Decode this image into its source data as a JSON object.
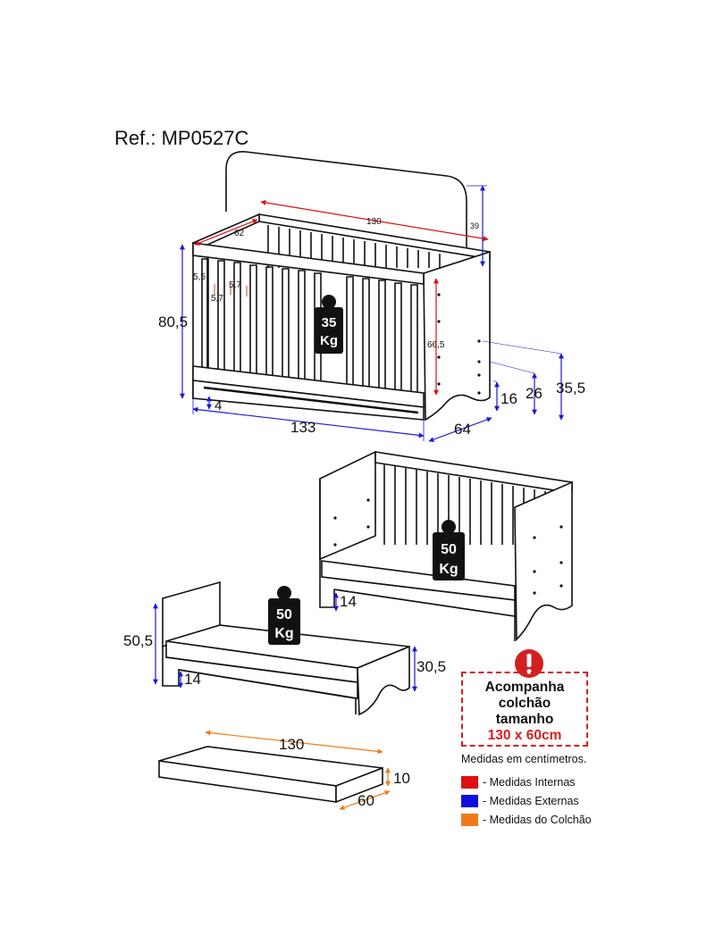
{
  "reference": "Ref.: MP0527C",
  "weights": {
    "crib": {
      "value": "35",
      "unit": "Kg"
    },
    "sofa": {
      "value": "50",
      "unit": "Kg"
    },
    "bed": {
      "value": "50",
      "unit": "Kg"
    }
  },
  "dimensions": {
    "internal_length": "130",
    "headboard_height": "39",
    "internal_width": "62",
    "slat_gap_a": "5,5",
    "slat_gap_b": "5,7",
    "slat_gap_c": "5,7",
    "total_height": "80,5",
    "rail_height": "66,5",
    "base_offset": "4",
    "total_length": "133",
    "total_width": "64",
    "base_level_1": "16",
    "base_level_2": "26",
    "base_level_3": "35,5",
    "sofa_seat": "14",
    "bed_height": "50,5",
    "bed_foot": "30,5",
    "bed_seat": "14",
    "mattress_length": "130",
    "mattress_height": "10",
    "mattress_width": "60"
  },
  "notice": {
    "line1": "Acompanha",
    "line2": "colchão",
    "line3": "tamanho",
    "line4": "130 x 60cm"
  },
  "legend": {
    "caption": "Medidas em centímetros.",
    "items": [
      {
        "label": "- Medidas Internas",
        "color": "#e01010"
      },
      {
        "label": "- Medidas Externas",
        "color": "#1010dd"
      },
      {
        "label": "- Medidas do Colchão",
        "color": "#f07a18"
      }
    ]
  },
  "colors": {
    "internal": "#e01010",
    "external": "#1a1ad6",
    "mattress": "#f07a18",
    "alert": "#d32020"
  }
}
